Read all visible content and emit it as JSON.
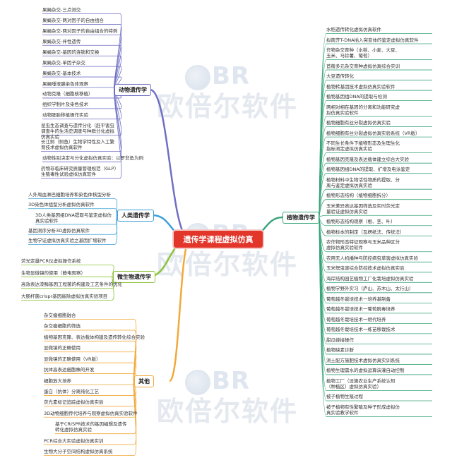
{
  "center": "遗传学课程虚拟仿真",
  "watermark": {
    "logo": "BR",
    "name": "欧倍尔软件"
  },
  "colors": {
    "animal": "#6f6fc4",
    "human": "#3b9fd8",
    "micro": "#8cc43c",
    "plant": "#3aa57a",
    "other": "#f2a93b",
    "center": "#e2362b"
  },
  "branches": {
    "animal": {
      "label": "动物遗传学",
      "items": [
        "果蝇杂交-三点测交",
        "果蝇杂交-两对因子的自由组合",
        "果蝇杂交-两对因子的自由组合的特例",
        "果蝇杂交-伴性遗传",
        "果蝇杂交-基因的连锁和交换",
        "果蝇杂交-单因子杂交",
        "果蝇杂交-基本技术",
        "果蝇唾液腺染色体观察",
        "动物克隆（细胞核移植）",
        "组织学制片及染色技术",
        "动物胚胎移植操作实验",
        "昆虫生态调查与遗传分化（赶平害虫调查牛的生活史调查与种群分化虚拟仿真实验",
        "长江鲟（鲟鱼）生物学特性及人工繁育技术虚拟仿真软件",
        "动物性别决定与分化虚拟仿真实验：以罗非鱼为例",
        "药物非临床研究质量管理规范（GLP）生殖毒性试验虚拟仿真软件"
      ]
    },
    "human": {
      "label": "人类遗传学",
      "items": [
        "人外周血淋巴细胞培养和染色体核型分析",
        "3D染色体组型分析虚拟仿真软件",
        "3D人类基因组DNA提取与鉴定虚拟仿真实验软件",
        "基因测序分析3D虚拟仿真软件",
        "生物学证虚拟仿真实验之基因扩增软件"
      ]
    },
    "micro": {
      "label": "微生物遗传学",
      "items": [
        "荧光定量PCR仪虚拟操作系统",
        "生物显微镜的使用（静电观察）",
        "高效表达漆酶基因工程菌的构建及工艺条件的优化",
        "大肠杆菌crispr基因敲除虚拟仿真实验项目"
      ]
    },
    "plant": {
      "label": "植物遗传学",
      "items": [
        "水稻遗传转化虚拟仿真软件",
        "拟南芥T-DNA插入突变体的鉴定虚拟仿真软件",
        "作物杂交育种（水稻、小麦、大豆、玉米、马铃薯、葡萄）",
        "苜蓿多元杂交育种虚拟仿真综合实训",
        "大豆遗传转化",
        "植物转基因技术虚拟仿真实验软件",
        "植物基因组DNA的提取与检测",
        "两相对相在基因的分离和功能研究虚拟仿真实验软件",
        "植物细胞有丝分裂虚拟仿真实验",
        "植物细胞有丝分裂虚拟仿真实验系统（VR版）",
        "不同生长条件下植物形态及生理生化指标测定虚拟仿真实验",
        "植物基因克隆及表达载体建立综合大实验",
        "植物基因组DNA的提取、扩增及电泳鉴定",
        "植物材料中生物活性物质的提取、分离与鉴定虚拟仿真实验",
        "植物形态结构（植物细胞拆分）",
        "玉米差异表达基因筛选及实时荧光定量验证虚拟仿真实验",
        "植物形态结构观察（根、茎、叶）",
        "植物标本的制定（瓦楞纸法、传统法）",
        "农作物形态特征观察与玉米品种区分虚拟仿真实验软件",
        "农用无人机播种与防控病虫草害虚拟仿真实验",
        "玉米螟虫害综合防控技术虚拟仿真实验",
        "海岸结构园艺植物工厂化栽培虚拟仿真实验",
        "植物学野外实习（庐山、苏木山、太行山）",
        "葡萄越冬栽培技术一培养基制备",
        "葡萄越冬栽培技术一葡萄脱毒培养",
        "葡萄越冬栽培技术一继代培养",
        "葡萄越冬栽培技术一练苗移栽技术",
        "甜瓜嫁接操作",
        "植物缺素诊断",
        "测土配方施肥技术虚拟仿真实训系统",
        "植物生理需水的虚拟运算演灌自动控制",
        "植物工厂（设施农业生产系统认知（种植区）虚拟仿真实验）",
        "被子植物生殖过程",
        "被子植物有性繁殖及种子形成虚拟仿真实验教学软件"
      ]
    },
    "other": {
      "label": "其他",
      "items": [
        "杂交瘤细胞融合",
        "杂交瘤细胞的筛选",
        "植物基因克隆、表达载体构建及遗传转化综合实验",
        "显微镜的正确使用",
        "显微镜的正确使用（VR版）",
        "抗体高表达细胞株的开发",
        "细胞放大培养",
        "蛋白（抗体）分离纯化工艺",
        "荧光素标记追踪虚拟仿真实验",
        "3D动物细胞传代培养与观察虚拟仿真实验软件",
        "基于CRISPR技术的基因编辑及遗传转化虚拟仿真实验",
        "PCR综合大实验虚拟仿真实训",
        "生物大分子空间结构虚拟仿真系统"
      ]
    }
  }
}
